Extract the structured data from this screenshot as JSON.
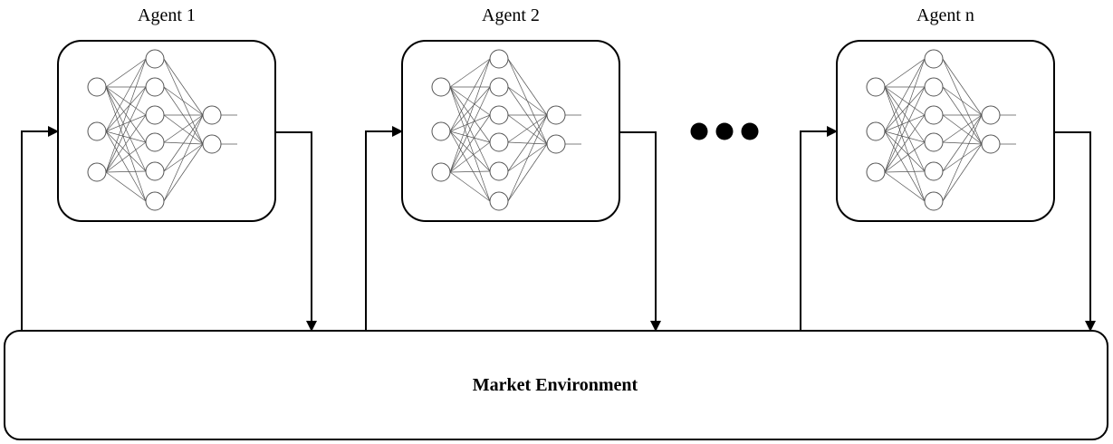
{
  "diagram": {
    "agents": [
      {
        "label": "Agent 1"
      },
      {
        "label": "Agent 2"
      },
      {
        "label": "Agent n"
      }
    ],
    "environment": {
      "label": "Market Environment"
    },
    "ellipsis_icon": "three-dots-icon",
    "network_icon": "neural-network-icon",
    "neural_network": {
      "layers": [
        3,
        6,
        2
      ]
    }
  }
}
